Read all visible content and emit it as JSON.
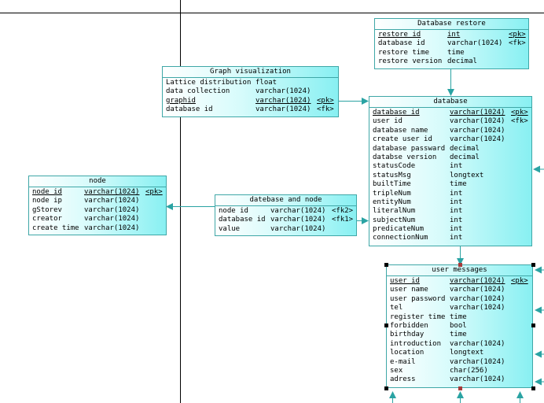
{
  "colors": {
    "border": "#3fa7a7",
    "line": "#2aa3a3",
    "fill_light": "#ffffff",
    "fill_dark": "#88f0f2",
    "grid_line": "#000000"
  },
  "entities": {
    "database_restore": {
      "title": "Database restore",
      "rows": [
        {
          "name": "restore id",
          "type": "int",
          "key": "<pk>",
          "pk": true
        },
        {
          "name": "database id",
          "type": "varchar(1024)",
          "key": "<fk>",
          "pk": false
        },
        {
          "name": "restore time",
          "type": "time",
          "key": "",
          "pk": false
        },
        {
          "name": "restore version",
          "type": "decimal",
          "key": "",
          "pk": false
        }
      ]
    },
    "graph_visualization": {
      "title": "Graph visualization",
      "rows": [
        {
          "name": "Lattice distribution",
          "type": "float",
          "key": "",
          "pk": false
        },
        {
          "name": "data collection",
          "type": "varchar(1024)",
          "key": "",
          "pk": false
        },
        {
          "name": "graphid",
          "type": "varchar(1024)",
          "key": "<pk>",
          "pk": true
        },
        {
          "name": "database id",
          "type": "varchar(1024)",
          "key": "<fk>",
          "pk": false
        }
      ]
    },
    "database": {
      "title": "database",
      "rows": [
        {
          "name": "database id",
          "type": "varchar(1024)",
          "key": "<pk>",
          "pk": true
        },
        {
          "name": "user id",
          "type": "varchar(1024)",
          "key": "<fk>",
          "pk": false
        },
        {
          "name": "database name",
          "type": "varchar(1024)",
          "key": "",
          "pk": false
        },
        {
          "name": "create user id",
          "type": "varchar(1024)",
          "key": "",
          "pk": false
        },
        {
          "name": "database passward",
          "type": "decimal",
          "key": "",
          "pk": false
        },
        {
          "name": "databse version",
          "type": "decimal",
          "key": "",
          "pk": false
        },
        {
          "name": "statusCode",
          "type": "int",
          "key": "",
          "pk": false
        },
        {
          "name": "statusMsg",
          "type": "longtext",
          "key": "",
          "pk": false
        },
        {
          "name": "builtTime",
          "type": "time",
          "key": "",
          "pk": false
        },
        {
          "name": "tripleNum",
          "type": "int",
          "key": "",
          "pk": false
        },
        {
          "name": "entityNum",
          "type": "int",
          "key": "",
          "pk": false
        },
        {
          "name": "literalNum",
          "type": "int",
          "key": "",
          "pk": false
        },
        {
          "name": "subjectNum",
          "type": "int",
          "key": "",
          "pk": false
        },
        {
          "name": "predicateNum",
          "type": "int",
          "key": "",
          "pk": false
        },
        {
          "name": "connectionNum",
          "type": "int",
          "key": "",
          "pk": false
        }
      ]
    },
    "node": {
      "title": "node",
      "rows": [
        {
          "name": "node id",
          "type": "varchar(1024)",
          "key": "<pk>",
          "pk": true
        },
        {
          "name": "node ip",
          "type": "varchar(1024)",
          "key": "",
          "pk": false
        },
        {
          "name": "gStorev",
          "type": "varchar(1024)",
          "key": "",
          "pk": false
        },
        {
          "name": "creator",
          "type": "varchar(1024)",
          "key": "",
          "pk": false
        },
        {
          "name": "create time",
          "type": "varchar(1024)",
          "key": "",
          "pk": false
        }
      ]
    },
    "datebase_and_node": {
      "title": "datebase and node",
      "rows": [
        {
          "name": "node id",
          "type": "varchar(1024)",
          "key": "<fk2>",
          "pk": false
        },
        {
          "name": "database id",
          "type": "varchar(1024)",
          "key": "<fk1>",
          "pk": false
        },
        {
          "name": "value",
          "type": "varchar(1024)",
          "key": "",
          "pk": false
        }
      ]
    },
    "user_messages": {
      "title": "user messages",
      "rows": [
        {
          "name": "user id",
          "type": "varchar(1024)",
          "key": "<pk>",
          "pk": true
        },
        {
          "name": "user name",
          "type": "varchar(1024)",
          "key": "",
          "pk": false
        },
        {
          "name": "user password",
          "type": "varchar(1024)",
          "key": "",
          "pk": false
        },
        {
          "name": "tel",
          "type": "varchar(1024)",
          "key": "",
          "pk": false
        },
        {
          "name": "register time",
          "type": "time",
          "key": "",
          "pk": false
        },
        {
          "name": "forbidden",
          "type": "bool",
          "key": "",
          "pk": false
        },
        {
          "name": "birthday",
          "type": "time",
          "key": "",
          "pk": false
        },
        {
          "name": "introduction",
          "type": "varchar(1024)",
          "key": "",
          "pk": false
        },
        {
          "name": "location",
          "type": "longtext",
          "key": "",
          "pk": false
        },
        {
          "name": "e-mail",
          "type": "varchar(1024)",
          "key": "",
          "pk": false
        },
        {
          "name": "sex",
          "type": "char(256)",
          "key": "",
          "pk": false
        },
        {
          "name": "adress",
          "type": "varchar(1024)",
          "key": "",
          "pk": false
        }
      ]
    }
  }
}
